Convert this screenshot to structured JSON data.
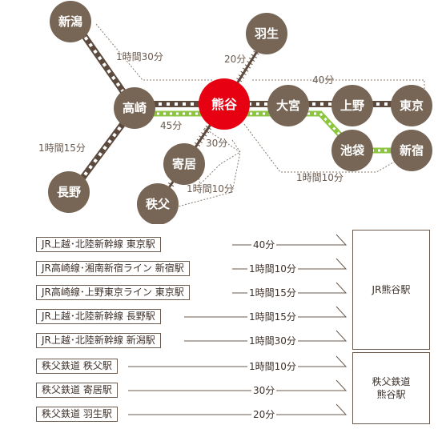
{
  "map": {
    "stations": {
      "niigata": "新潟",
      "haneda": "羽生",
      "takasaki": "高崎",
      "kumagaya": "熊谷",
      "omiya": "大宮",
      "ueno": "上野",
      "tokyo": "東京",
      "ikebukuro": "池袋",
      "shinjuku": "新宿",
      "nagano": "長野",
      "yorii": "寄居",
      "chichibu": "秩父"
    },
    "times": {
      "niigata": "1時間30分",
      "haneda": "20分",
      "tokyo": "40分",
      "takasaki_green": "45分",
      "nagano": "1時間15分",
      "yorii": "30分",
      "chichibu": "1時間10分",
      "shinjuku": "1時間10分"
    },
    "colors": {
      "station": "#776656",
      "hub": "#e60012",
      "rail_dark": "#5c4a3e",
      "rail_green": "#8cc63f",
      "dotted": "#8a7a6e"
    }
  },
  "table": {
    "rows": [
      {
        "label": "JR上越･北陸新幹線 東京駅",
        "time": "40分"
      },
      {
        "label": "JR高崎線･湘南新宿ライン 新宿駅",
        "time": "1時間10分"
      },
      {
        "label": "JR高崎線･上野東京ライン 東京駅",
        "time": "1時間15分"
      },
      {
        "label": "JR上越･北陸新幹線 長野駅",
        "time": "1時間15分"
      },
      {
        "label": "JR上越･北陸新幹線 新潟駅",
        "time": "1時間30分"
      },
      {
        "label": "秩父鉄道 秩父駅",
        "time": "1時間10分"
      },
      {
        "label": "秩父鉄道 寄居駅",
        "time": "30分"
      },
      {
        "label": "秩父鉄道 羽生駅",
        "time": "20分"
      }
    ],
    "destinations": {
      "jr": "JR熊谷駅",
      "chichibu_line1": "秩父鉄道",
      "chichibu_line2": "熊谷駅"
    }
  }
}
